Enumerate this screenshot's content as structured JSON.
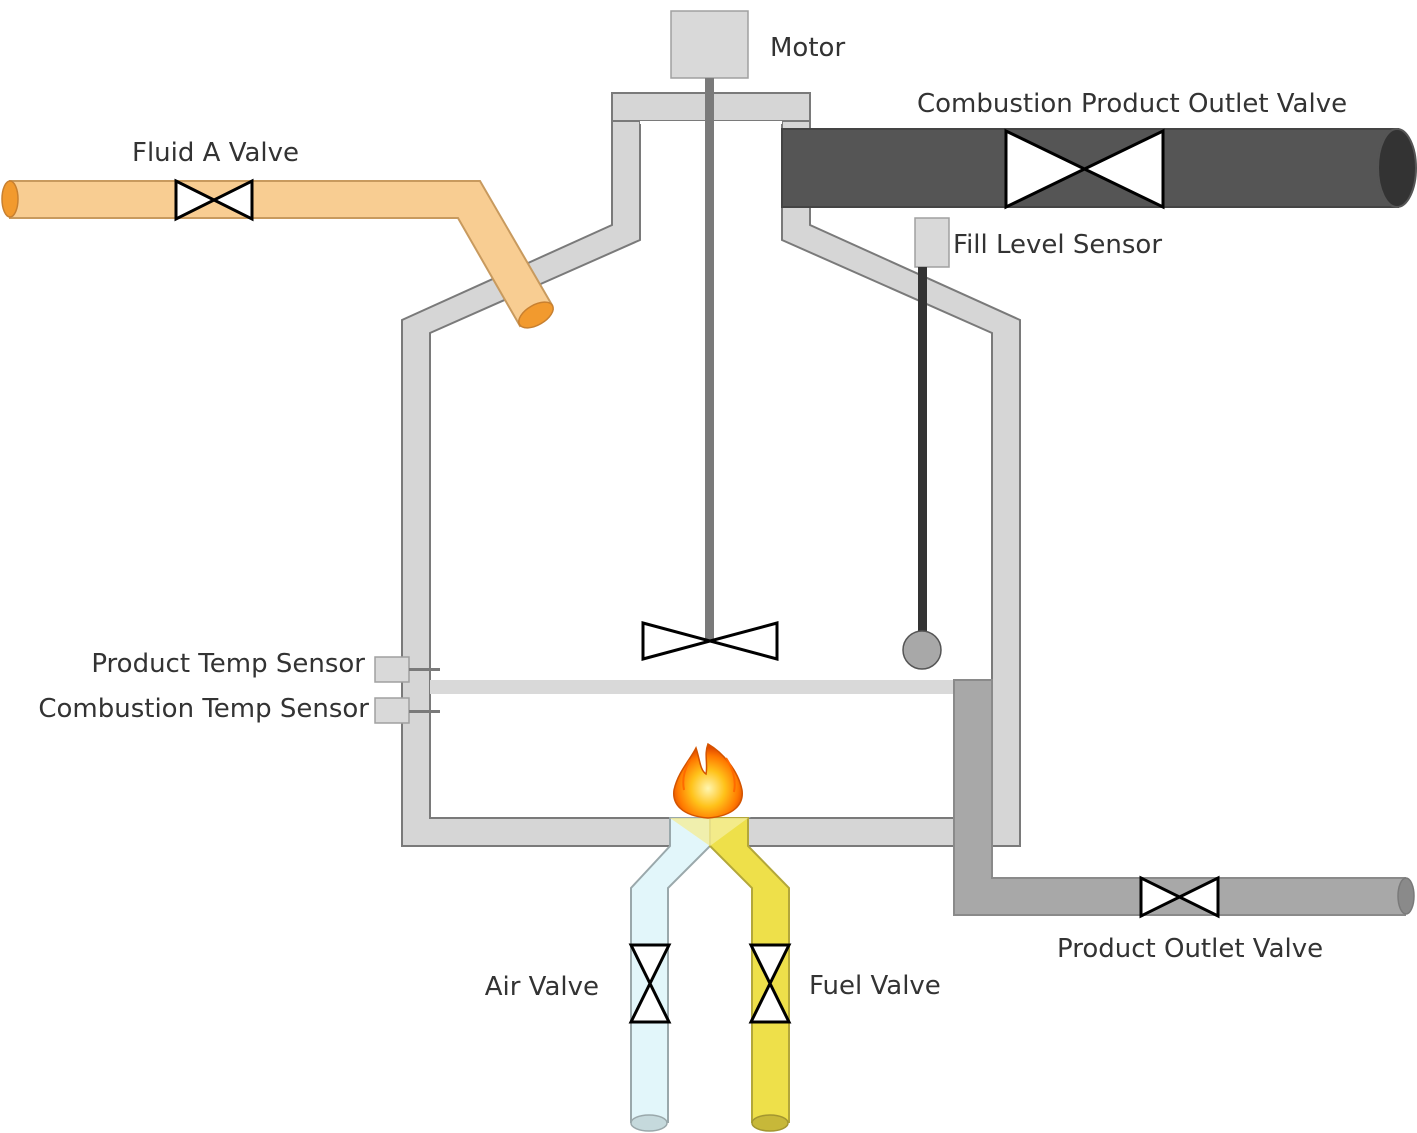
{
  "labels": {
    "motor": "Motor",
    "combustion_outlet_valve": "Combustion Product Outlet Valve",
    "fluid_a_valve": "Fluid A Valve",
    "fill_level_sensor": "Fill Level Sensor",
    "product_temp_sensor": "Product Temp Sensor",
    "combustion_temp_sensor": "Combustion Temp Sensor",
    "product_outlet_valve": "Product Outlet Valve",
    "air_valve": "Air Valve",
    "fuel_valve": "Fuel Valve"
  },
  "colors": {
    "vessel_wall": "#d6d6d6",
    "vessel_outline": "#7a7a7a",
    "fluid_a_pipe": "#f8cd92",
    "fluid_a_end": "#f29a2e",
    "combustion_pipe": "#555555",
    "combustion_pipe_end": "#333333",
    "product_pipe": "#a8a8a8",
    "air_pipe": "#e2f6fa",
    "air_pipe_end": "#c5d9dc",
    "fuel_pipe": "#eee04a",
    "fuel_pipe_end": "#c7b839",
    "sensor_box": "#d9d9d9",
    "stirrer_shaft": "#7a7a7a",
    "level_probe": "#333333",
    "flame": "#ff8a00"
  }
}
